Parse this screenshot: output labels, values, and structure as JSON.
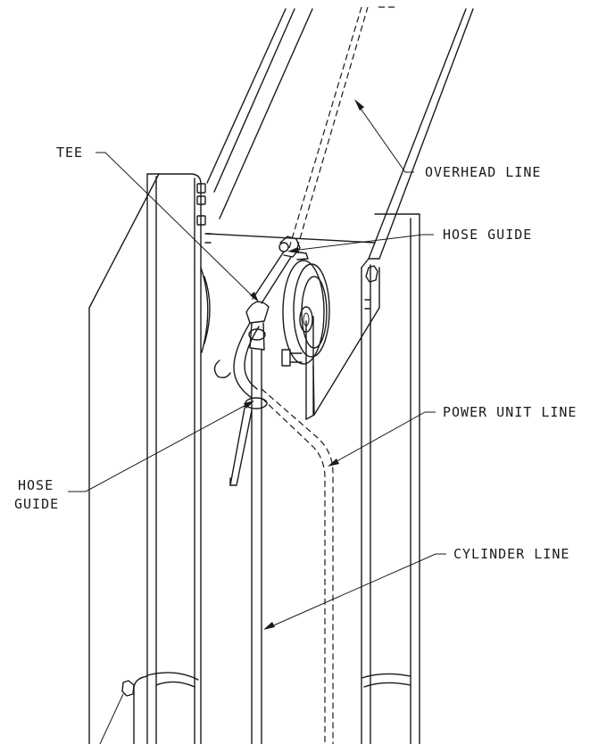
{
  "callouts": {
    "tee": "TEE",
    "overhead_line": "OVERHEAD LINE",
    "hose_guide_upper": "HOSE GUIDE",
    "power_unit_line": "POWER UNIT LINE",
    "hose_guide_left_1": "HOSE",
    "hose_guide_left_2": "GUIDE",
    "cylinder_line": "CYLINDER LINE"
  }
}
